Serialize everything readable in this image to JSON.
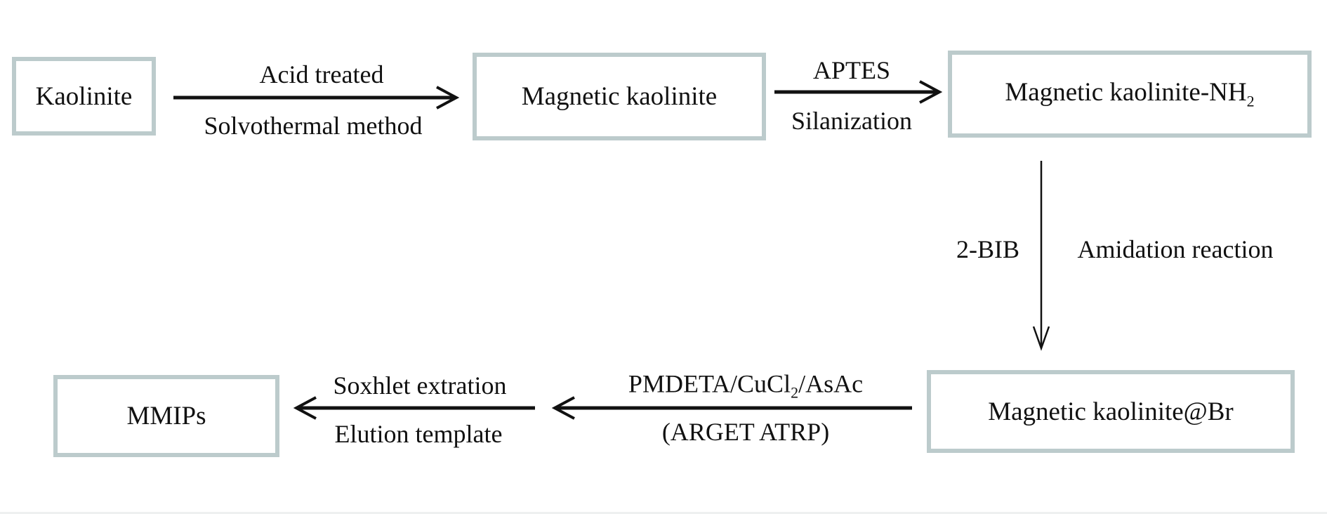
{
  "nodes": {
    "kaolinite": "Kaolinite",
    "magnetic_kaolinite": "Magnetic kaolinite",
    "magnetic_kaolinite_nh2": "Magnetic kaolinite-NH",
    "nh2_subscript": "2",
    "magnetic_kaolinite_br": "Magnetic kaolinite@Br",
    "mmips": "MMIPs"
  },
  "steps": {
    "step1_top": "Acid treated",
    "step1_bottom": "Solvothermal method",
    "step2_top": "APTES",
    "step2_bottom": "Silanization",
    "step3_left": "2-BIB",
    "step3_right": "Amidation reaction",
    "step4_top_a": "PMDETA/CuCl",
    "step4_top_sub": "2",
    "step4_top_b": "/AsAc",
    "step4_bottom": "(ARGET ATRP)",
    "step5_top": "Soxhlet extration",
    "step5_bottom": "Elution template"
  }
}
